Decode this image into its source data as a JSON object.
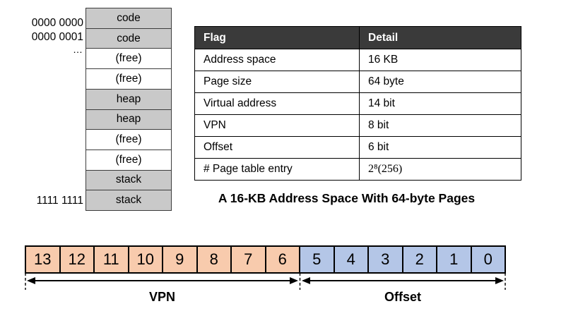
{
  "colors": {
    "memory_shaded": "#C9C9C9",
    "memory_free": "#FFFFFF",
    "table_header_bg": "#3A3A3A",
    "table_header_text": "#FFFFFF",
    "vpn_cell": "#F8CBAD",
    "offset_cell": "#B4C6E7",
    "border": "#000000"
  },
  "memory": {
    "address_labels": [
      "0000 0000",
      "0000 0001",
      "…",
      "1111 1111"
    ],
    "cells": [
      {
        "label": "code",
        "shaded": true
      },
      {
        "label": "code",
        "shaded": true
      },
      {
        "label": "(free)",
        "shaded": false
      },
      {
        "label": "(free)",
        "shaded": false
      },
      {
        "label": "heap",
        "shaded": true
      },
      {
        "label": "heap",
        "shaded": true
      },
      {
        "label": "(free)",
        "shaded": false
      },
      {
        "label": "(free)",
        "shaded": false
      },
      {
        "label": "stack",
        "shaded": true
      },
      {
        "label": "stack",
        "shaded": true
      }
    ]
  },
  "table": {
    "columns": [
      "Flag",
      "Detail"
    ],
    "rows": [
      [
        "Address space",
        "16 KB"
      ],
      [
        "Page size",
        "64 byte"
      ],
      [
        "Virtual address",
        "14 bit"
      ],
      [
        "VPN",
        "8 bit"
      ],
      [
        "Offset",
        "6 bit"
      ],
      [
        "# Page table entry",
        "2⁸(256)"
      ]
    ]
  },
  "caption": "A 16-KB Address Space With 64-byte Pages",
  "bits": {
    "vpn_cells": [
      "13",
      "12",
      "11",
      "10",
      "9",
      "8",
      "7",
      "6"
    ],
    "offset_cells": [
      "5",
      "4",
      "3",
      "2",
      "1",
      "0"
    ],
    "vpn_label": "VPN",
    "offset_label": "Offset"
  }
}
